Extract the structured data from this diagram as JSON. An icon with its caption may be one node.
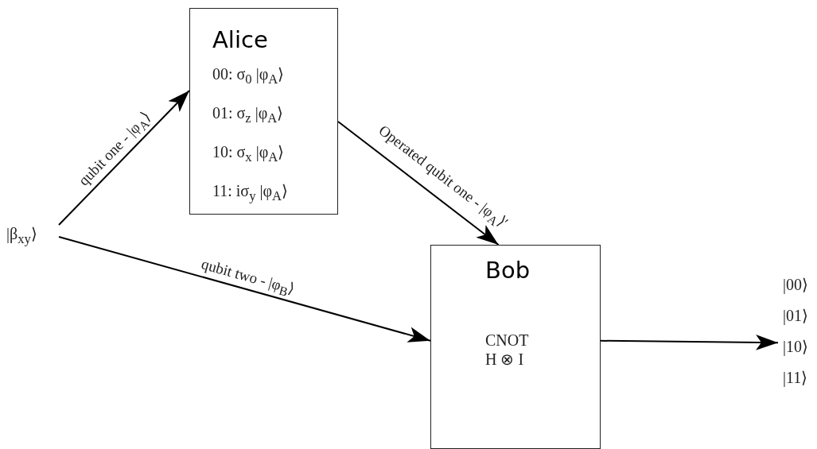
{
  "diagram": {
    "nodes": [
      {
        "text": [
          "Alice",
          "00: σ$_{0}$ |φ$_{A}$⟩",
          "01: σ$_{z}$ |φ$_{A}$⟩",
          "10: σ$_{x}$ |φ$_{A}$⟩",
          "11: iσ$_{y}$ |φ$_{A}$⟩"
        ]
      },
      {
        "text": [
          "|β$_{xy}$⟩"
        ]
      },
      {
        "text": [
          "Bob",
          "CNOT",
          "H ⊗ I"
        ]
      },
      {
        "text": [
          "|00⟩",
          "|01⟩",
          "|10⟩",
          "|11⟩"
        ]
      }
    ],
    "edges": [
      {
        "from": 1,
        "to": 0,
        "arrow": "to",
        "label": "qubit one - |φ$_{A}$⟩"
      },
      {
        "from": 1,
        "to": 2,
        "arrow": "to",
        "label": "qubit two - |φ$_{B}$⟩"
      },
      {
        "from": 0,
        "to": 2,
        "arrow": "to",
        "label": "Operated qubit one - |φ$_{A}$⟩′"
      },
      {
        "from": 2,
        "to": 3,
        "arrow": "to"
      }
    ]
  }
}
